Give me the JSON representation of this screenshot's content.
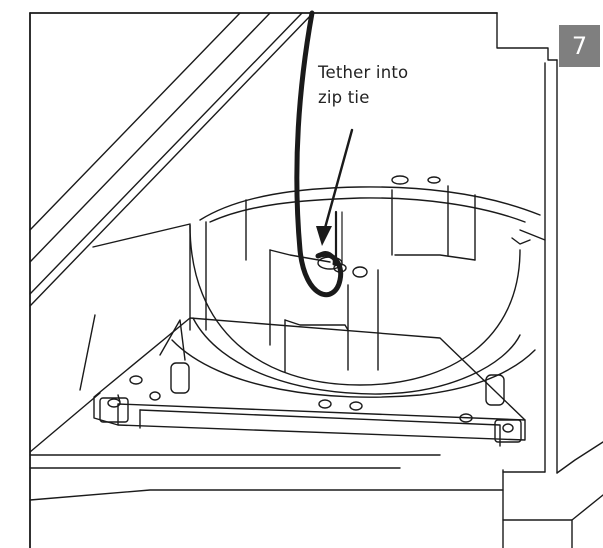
{
  "step": {
    "number": "7"
  },
  "callout": {
    "line1": "Tether into",
    "line2": "zip tie"
  },
  "colors": {
    "badge_bg": "#7f7f7f",
    "badge_text": "#ffffff",
    "ink": "#1a1a1a"
  },
  "icons": {
    "main": "mounting-plate-line-drawing"
  }
}
